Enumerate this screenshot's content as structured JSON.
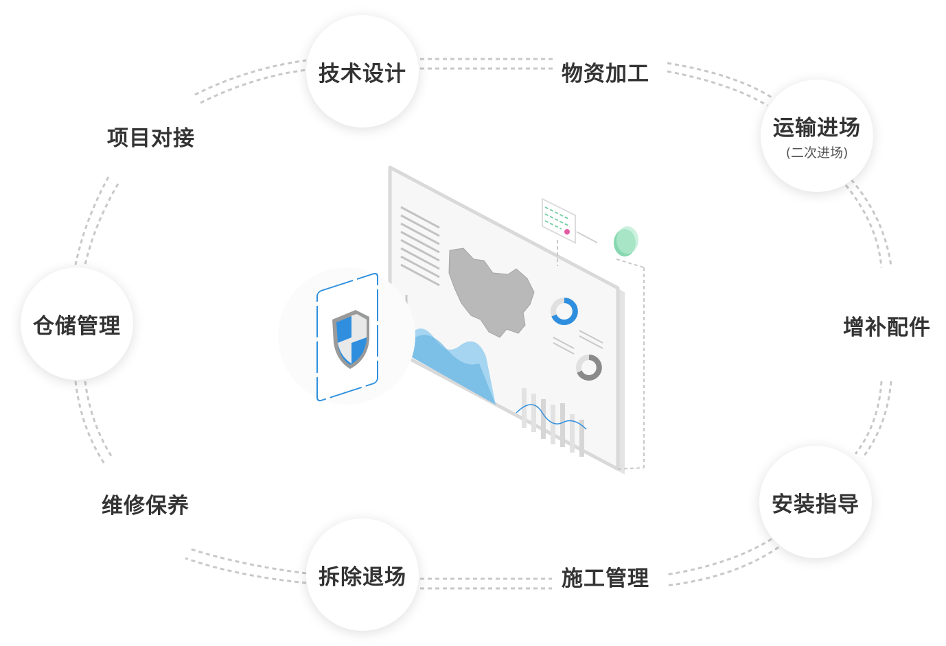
{
  "steps": {
    "tech_design": "技术设计",
    "material_processing": "物资加工",
    "transport": "运输进场",
    "transport_sub": "(二次进场)",
    "spare_parts": "增补配件",
    "install_guidance": "安装指导",
    "construction_mgmt": "施工管理",
    "demolition": "拆除退场",
    "maintenance": "维修保养",
    "warehouse": "仓储管理",
    "project_docking": "项目对接"
  },
  "colors": {
    "text": "#333333",
    "dash": "#c8c8c8",
    "accent_blue": "#2f8fde",
    "accent_green": "#6fd4a4"
  },
  "icons": {
    "center": "dashboard-illustration",
    "shield": "shield-icon",
    "map": "china-map-icon"
  }
}
